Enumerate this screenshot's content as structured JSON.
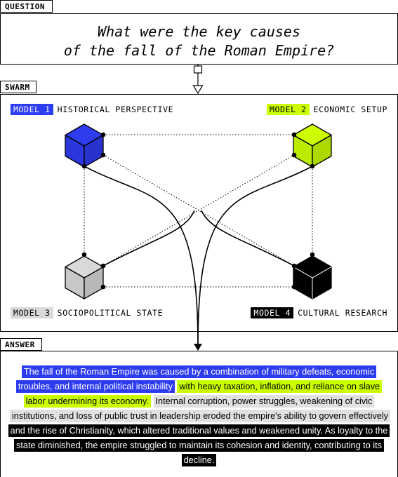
{
  "question": {
    "tab_label": "QUESTION",
    "line1": "What were the key causes",
    "line2": "of the fall of the Roman Empire?"
  },
  "swarm": {
    "tab_label": "SWARM",
    "models": [
      {
        "chip": "MODEL 1",
        "title": "HISTORICAL PERSPECTIVE",
        "color": "#2e3cf0"
      },
      {
        "chip": "MODEL 2",
        "title": "ECONOMIC SETUP",
        "color": "#ccff00"
      },
      {
        "chip": "MODEL 3",
        "title": "SOCIOPOLITICAL STATE",
        "color": "#d9d9d9"
      },
      {
        "chip": "MODEL 4",
        "title": "CULTURAL RESEARCH",
        "color": "#000000"
      }
    ]
  },
  "answer": {
    "tab_label": "ANSWER",
    "segments": [
      "The fall of the Roman Empire was caused by a combination of military defeats, economic troubles, and internal political instability",
      "with heavy taxation, inflation, and reliance on slave labor undermining its economy.",
      "Internal corruption, power struggles, weakening of civic institutions, and loss of public trust in leadership eroded the empire's ability to govern effectively",
      "and the rise of Christianity, which altered traditional values and weakened unity. As loyalty to the state diminished, the empire struggled to maintain its cohesion and identity, contributing to its decline."
    ]
  }
}
